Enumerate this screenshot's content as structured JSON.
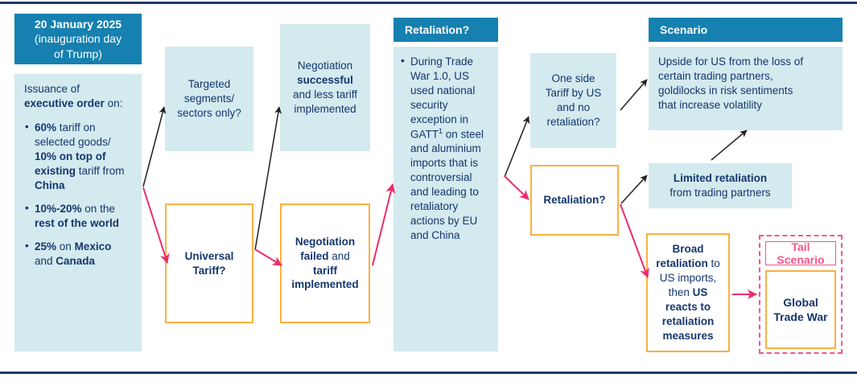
{
  "diagram": {
    "title": "US Tariff Scenario Flowchart",
    "colors": {
      "header_blue": "#1680b0",
      "light_blue": "#d3eaef",
      "orange": "#fbb040",
      "pink": "#f4558a",
      "navy_text": "#15366d",
      "rule_navy": "#23386b",
      "arrow_black": "#231f20",
      "arrow_pink": "#ec2d6a"
    },
    "column1": {
      "header": {
        "line1": "20 January 2025",
        "line2": "(inauguration day",
        "line3": "of Trump)"
      },
      "body": {
        "intro_prefix": "Issuance of ",
        "intro_bold": "executive order",
        "intro_suffix": " on:",
        "bullets": [
          {
            "segments": [
              {
                "text": "60%",
                "bold": true
              },
              {
                "text": " tariff on selected goods/ ",
                "bold": false
              },
              {
                "text": "10% on top of existing",
                "bold": true
              },
              {
                "text": " tariff from ",
                "bold": false
              },
              {
                "text": "China",
                "bold": true
              }
            ]
          },
          {
            "segments": [
              {
                "text": "10%-20%",
                "bold": true
              },
              {
                "text": " on the ",
                "bold": false
              },
              {
                "text": "rest of the world",
                "bold": true
              }
            ]
          },
          {
            "segments": [
              {
                "text": "25%",
                "bold": true
              },
              {
                "text": " on ",
                "bold": false
              },
              {
                "text": "Mexico",
                "bold": true
              },
              {
                "text": " and ",
                "bold": false
              },
              {
                "text": "Canada",
                "bold": true
              }
            ]
          }
        ]
      }
    },
    "targeted_box": {
      "line1": "Targeted",
      "line2": "segments/",
      "line3": "sectors only?"
    },
    "universal_tariff_box": {
      "line1": "Universal",
      "line2": "Tariff?"
    },
    "negotiation_success_box": {
      "line1": "Negotiation",
      "line2_bold": "successful",
      "line3": "and less tariff",
      "line4": "implemented"
    },
    "negotiation_failed_box": {
      "bold1": "Negotiation failed",
      "plain1": " and ",
      "bold2": "tariff implemented"
    },
    "retaliation_column": {
      "header": "Retaliation?",
      "bullet": {
        "pre": "During Trade War 1.0, US used national security exception in GATT",
        "sup": "1",
        "post": " on steel and aluminium imports that is controversial and leading to retaliatory actions by EU and China"
      }
    },
    "one_side_tariff_box": {
      "line1": "One side",
      "line2": "Tariff by US",
      "line3": "and no",
      "line4": "retaliation?"
    },
    "retaliation_decision_box": {
      "label": "Retaliation?"
    },
    "scenario_column": {
      "header": "Scenario",
      "upside_box": {
        "line1": "Upside for US from the loss of",
        "line2": "certain trading partners,",
        "line3": "goldilocks in risk sentiments",
        "line4": "that increase volatility"
      },
      "limited_box": {
        "bold": "Limited retaliation",
        "plain": "from trading partners"
      }
    },
    "broad_retaliation_box": {
      "bold1": "Broad retaliation",
      "plain1": " to US imports, then ",
      "bold2": "US reacts to retaliation measures"
    },
    "tail_scenario": {
      "header": "Tail Scenario",
      "body_line1": "Global",
      "body_line2": "Trade War"
    }
  }
}
